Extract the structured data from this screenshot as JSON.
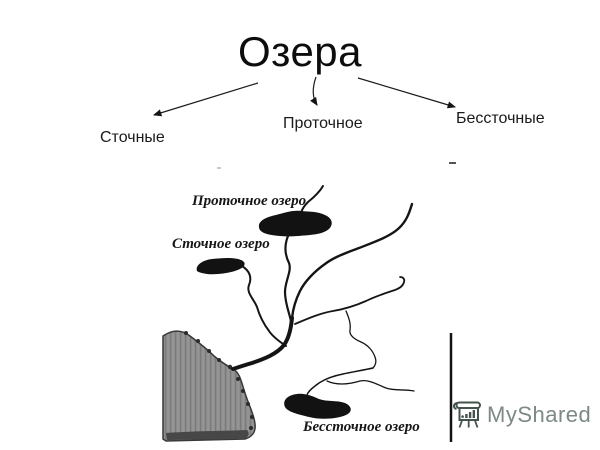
{
  "slide": {
    "title": "Озера",
    "branches": [
      {
        "id": "stochnye",
        "label": "Сточные"
      },
      {
        "id": "protochnoe",
        "label": "Проточное"
      },
      {
        "id": "besstochnye",
        "label": "Бессточные"
      }
    ]
  },
  "illustration": {
    "labels": {
      "flow_through_lake": "Проточное озеро",
      "outflow_lake": "Сточное озеро",
      "endorheic_lake": "Бессточное озеро"
    }
  },
  "watermark": {
    "text": "MyShared"
  },
  "colors": {
    "ink": "#151515",
    "background": "#ffffff",
    "coast_gray": "#8e8e8e",
    "watermark_text": "#7c8984",
    "watermark_icon": "#44544c"
  }
}
